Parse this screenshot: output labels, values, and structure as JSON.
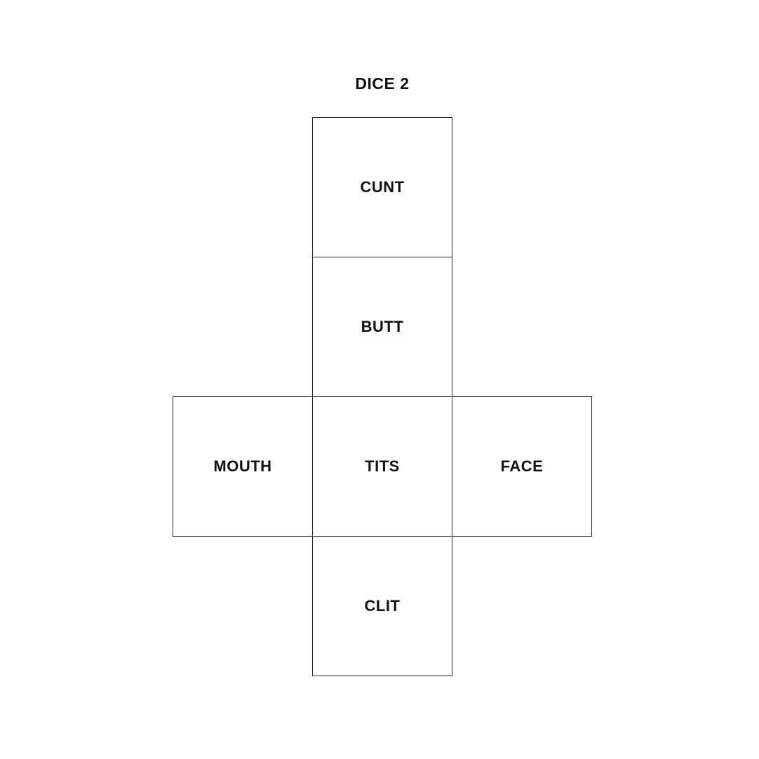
{
  "title": "DICE 2",
  "net": {
    "shape": "cube-net-cross",
    "faces": [
      {
        "label": "CUNT",
        "position": "top"
      },
      {
        "label": "BUTT",
        "position": "upper-middle"
      },
      {
        "label": "MOUTH",
        "position": "left"
      },
      {
        "label": "TITS",
        "position": "center"
      },
      {
        "label": "FACE",
        "position": "right"
      },
      {
        "label": "CLIT",
        "position": "bottom"
      }
    ]
  },
  "colors": {
    "background": "#ffffff",
    "border": "#2a2a2a",
    "text": "#111111"
  }
}
